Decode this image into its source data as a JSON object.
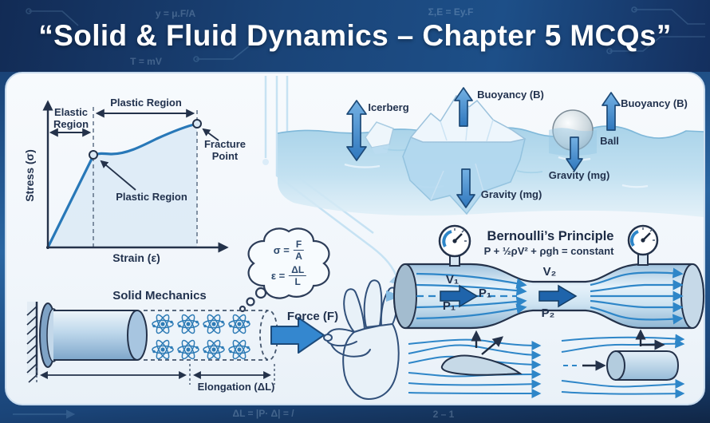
{
  "banner": {
    "title": "“Solid & Fluid Dynamics – Chapter 5 MCQs”",
    "formula_1": "y = μ.F/A",
    "formula_2": "Σ,E = Ey.F",
    "formula_3": "T = mV"
  },
  "footer": {
    "formula_1": "ΔL = |P· Δ| = /",
    "formula_2": "2 – 1"
  },
  "stress_strain": {
    "ylabel": "Stress (σ)",
    "xlabel": "Strain (ε)",
    "elastic_label": "Elastic Region",
    "plastic_top_label": "Plastic Region",
    "plastic_annot_label": "Plastic Region",
    "fracture_label": "Fracture Point"
  },
  "buoyancy": {
    "iceberg_label": "Icerberg",
    "buoyancy_top": "Buoyancy (B)",
    "gravity_bottom": "Gravity (mg)",
    "ball_label": "Ball",
    "buoyancy_right": "Buoyancy (B)",
    "gravity_ball": "Gravity (mg)"
  },
  "thought": {
    "sigma_lhs": "σ =",
    "sigma_num": "F",
    "sigma_den": "A",
    "eps_lhs": "ε =",
    "eps_num": "ΔL",
    "eps_den": "L"
  },
  "solid_mechanics": {
    "title": "Solid Mechanics",
    "force_label": "Force (F)",
    "elongation_label": "Elongation (ΔL)"
  },
  "bernoulli": {
    "title": "Bernoulli’s Principle",
    "equation": "P + ½ρV² + ρgh = constant",
    "v1": "V₁",
    "p1_mid": "P₁",
    "p1_low": "P₁",
    "v2": "V₂",
    "p2": "P₂"
  },
  "colors": {
    "accent_blue": "#2e86c8",
    "navy": "#16335f",
    "water_blue": "#aed6ea",
    "arrow_blue": "#4f9ad8",
    "curve_blue": "#2878b8"
  }
}
